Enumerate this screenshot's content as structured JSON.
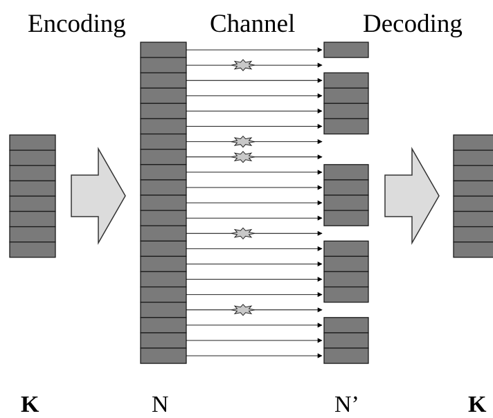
{
  "headings": {
    "encoding": "Encoding",
    "channel": "Channel",
    "decoding": "Decoding"
  },
  "labels": {
    "source": "K",
    "encoded": "N",
    "received": "N’",
    "decoded": "K"
  },
  "colors": {
    "packet_fill": "#7a7a7a",
    "packet_stroke": "#1a1a1a",
    "arrow_fill": "#dcdcdc",
    "arrow_stroke": "#333333",
    "channel_line": "#000000",
    "loss_burst": "#c8c8c8"
  },
  "packets": {
    "source_count": 8,
    "encoded_count": 21,
    "received_count": 16,
    "decoded_count": 8,
    "lost_indices": [
      1,
      6,
      7,
      12,
      17
    ]
  },
  "icons": {
    "process_arrow": "right-block-arrow-icon",
    "loss": "packet-loss-burst-icon"
  }
}
